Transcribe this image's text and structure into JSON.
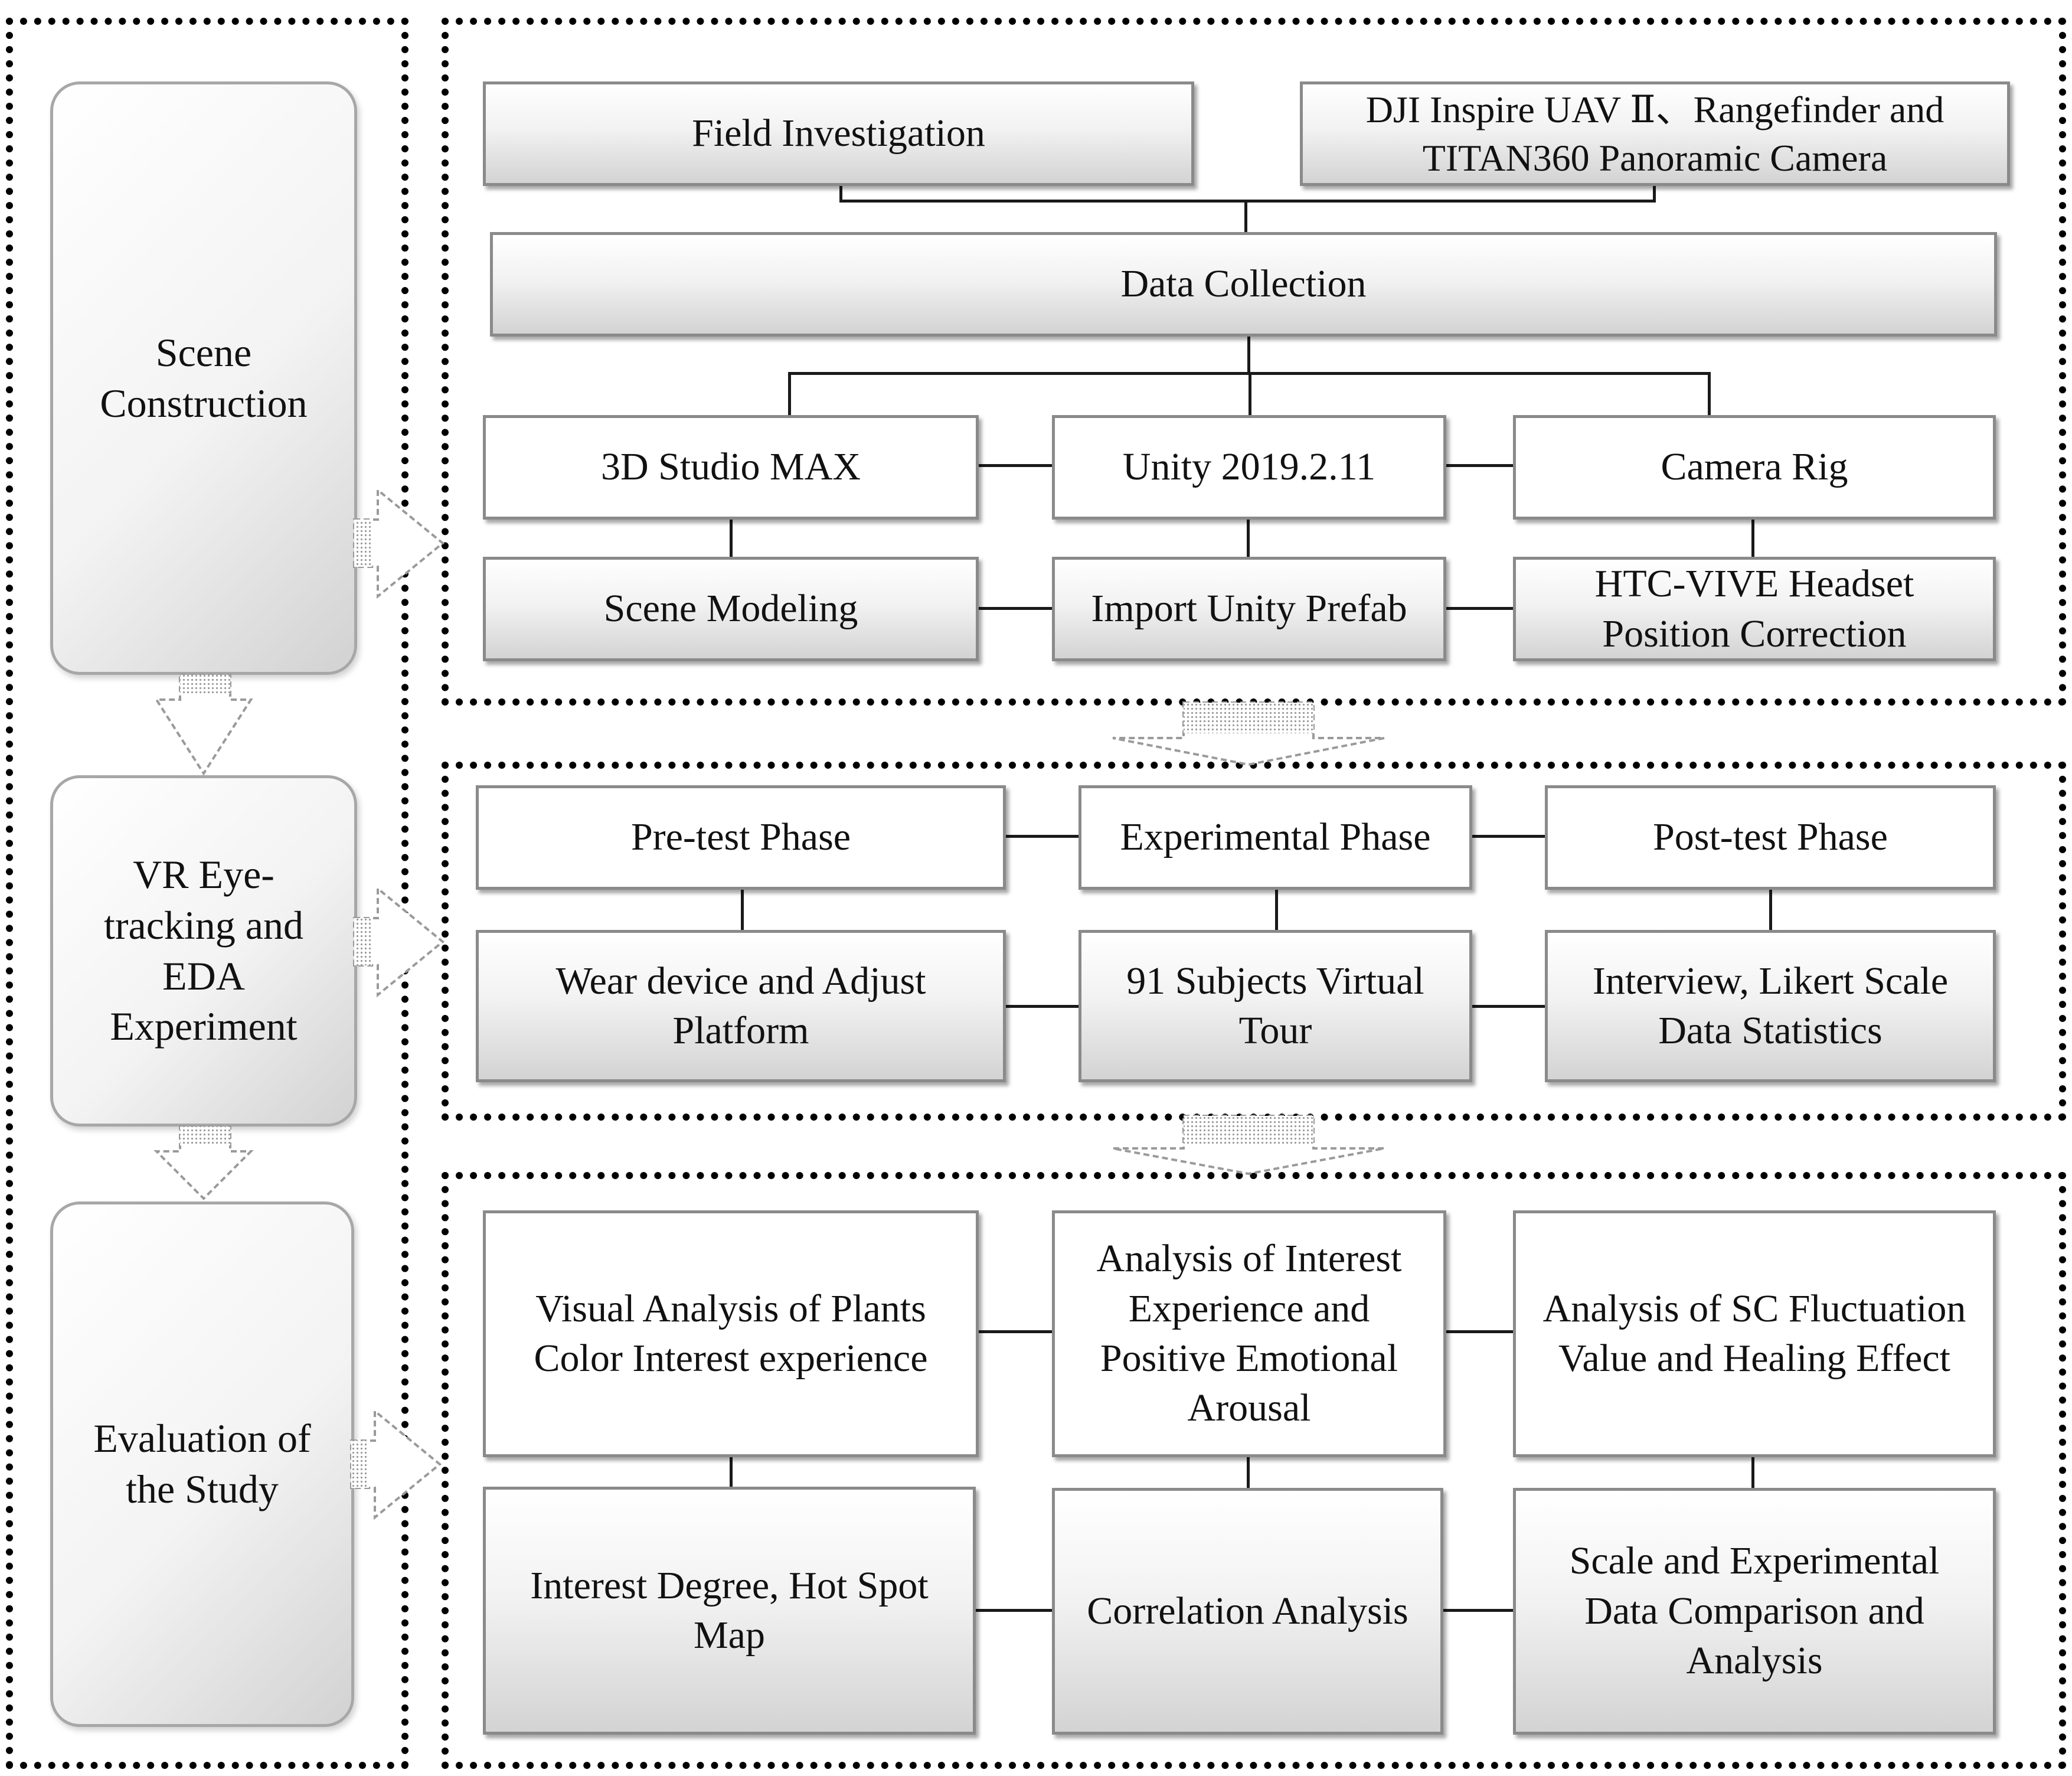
{
  "stages": {
    "scene": [
      "Scene",
      "Construction"
    ],
    "vr": [
      "VR Eye-",
      "tracking and",
      "EDA",
      "Experiment"
    ],
    "eval": [
      "Evaluation of",
      "the Study"
    ]
  },
  "section1": {
    "field_investigation": "Field Investigation",
    "equipment": [
      "DJI Inspire UAV Ⅱ、Rangefinder and",
      "TITAN360 Panoramic Camera"
    ],
    "data_collection": "Data Collection",
    "studio_max": "3D Studio MAX",
    "unity": "Unity 2019.2.11",
    "camera_rig": "Camera Rig",
    "scene_modeling": "Scene Modeling",
    "import_prefab": "Import Unity Prefab",
    "htc_vive": [
      "HTC-VIVE Headset",
      "Position Correction"
    ]
  },
  "section2": {
    "pretest": "Pre-test Phase",
    "experimental": "Experimental Phase",
    "posttest": "Post-test Phase",
    "wear_device": [
      "Wear device and Adjust",
      "Platform"
    ],
    "subjects": [
      "91 Subjects Virtual",
      "Tour"
    ],
    "interview": [
      "Interview, Likert Scale",
      "Data Statistics"
    ]
  },
  "section3": {
    "visual_analysis": [
      "Visual Analysis of Plants",
      "Color Interest experience"
    ],
    "analysis_interest": [
      "Analysis of Interest",
      "Experience and",
      "Positive Emotional",
      "Arousal"
    ],
    "analysis_sc": [
      "Analysis of SC Fluctuation",
      "Value and Healing Effect"
    ],
    "interest_degree": [
      "Interest Degree, Hot Spot",
      "Map"
    ],
    "correlation": "Correlation Analysis",
    "scale_comparison": [
      "Scale and Experimental",
      "Data Comparison and",
      "Analysis"
    ]
  }
}
